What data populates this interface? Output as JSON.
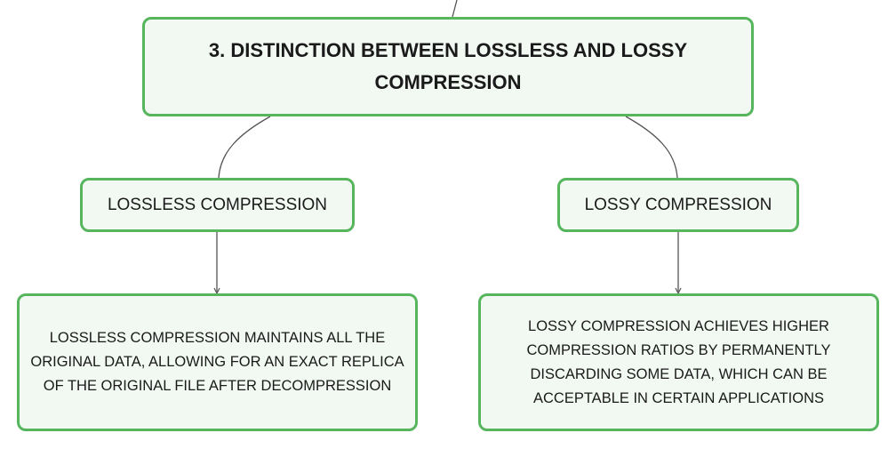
{
  "diagram": {
    "main_topic": {
      "title": "3. DISTINCTION BETWEEN LOSSLESS AND LOSSY COMPRESSION"
    },
    "branches": [
      {
        "label": "LOSSLESS COMPRESSION",
        "description": "LOSSLESS COMPRESSION MAINTAINS ALL THE ORIGINAL DATA, ALLOWING FOR AN EXACT REPLICA OF THE ORIGINAL FILE AFTER DECOMPRESSION"
      },
      {
        "label": "LOSSY COMPRESSION",
        "description": "LOSSY COMPRESSION ACHIEVES HIGHER COMPRESSION RATIOS BY PERMANENTLY DISCARDING SOME DATA, WHICH CAN BE ACCEPTABLE IN CERTAIN APPLICATIONS"
      }
    ],
    "colors": {
      "node_border": "#57b55e",
      "node_fill": "#f2f9f3",
      "connector": "#555555"
    }
  }
}
